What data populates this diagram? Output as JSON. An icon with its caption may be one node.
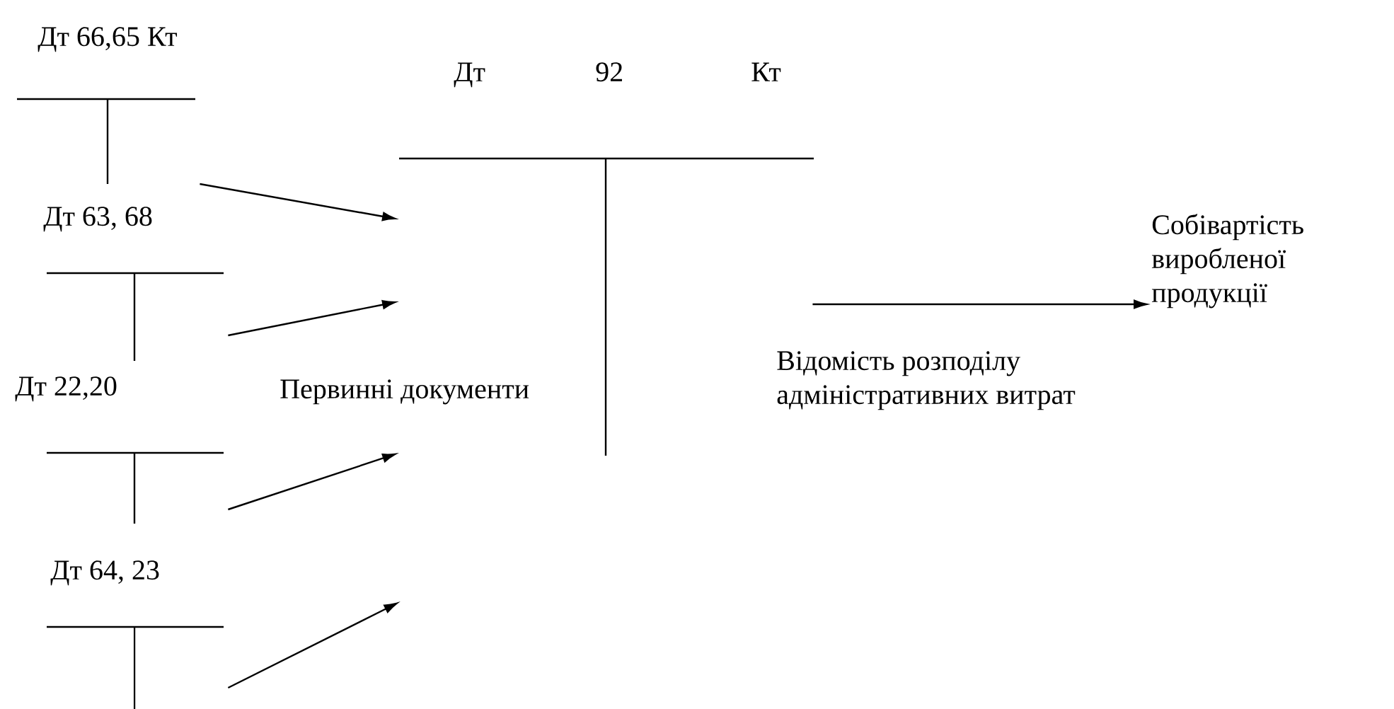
{
  "diagram": {
    "nodes": [
      {
        "text": [
          "Дт 66,65 Кт"
        ]
      },
      {
        "text": [
          "Дт 63, 68"
        ]
      },
      {
        "text": [
          "Дт    22,20"
        ]
      },
      {
        "text": [
          "Дт 64, 23"
        ]
      },
      {
        "text": [
          "Дт",
          "92",
          "Кт"
        ]
      },
      {
        "text": [
          "Собівартість виробленої продукції"
        ]
      }
    ],
    "edges": [
      {
        "from": 0,
        "to": 4,
        "arrow": "to"
      },
      {
        "from": 1,
        "to": 4,
        "arrow": "to"
      },
      {
        "from": 2,
        "to": 4,
        "arrow": "to"
      },
      {
        "from": 3,
        "to": null,
        "arrow": "to"
      },
      {
        "from": 4,
        "to": 5,
        "arrow": "to"
      }
    ],
    "labels": [
      "Первинні документи",
      "Відомість розподілу адміністративних витрат"
    ]
  }
}
